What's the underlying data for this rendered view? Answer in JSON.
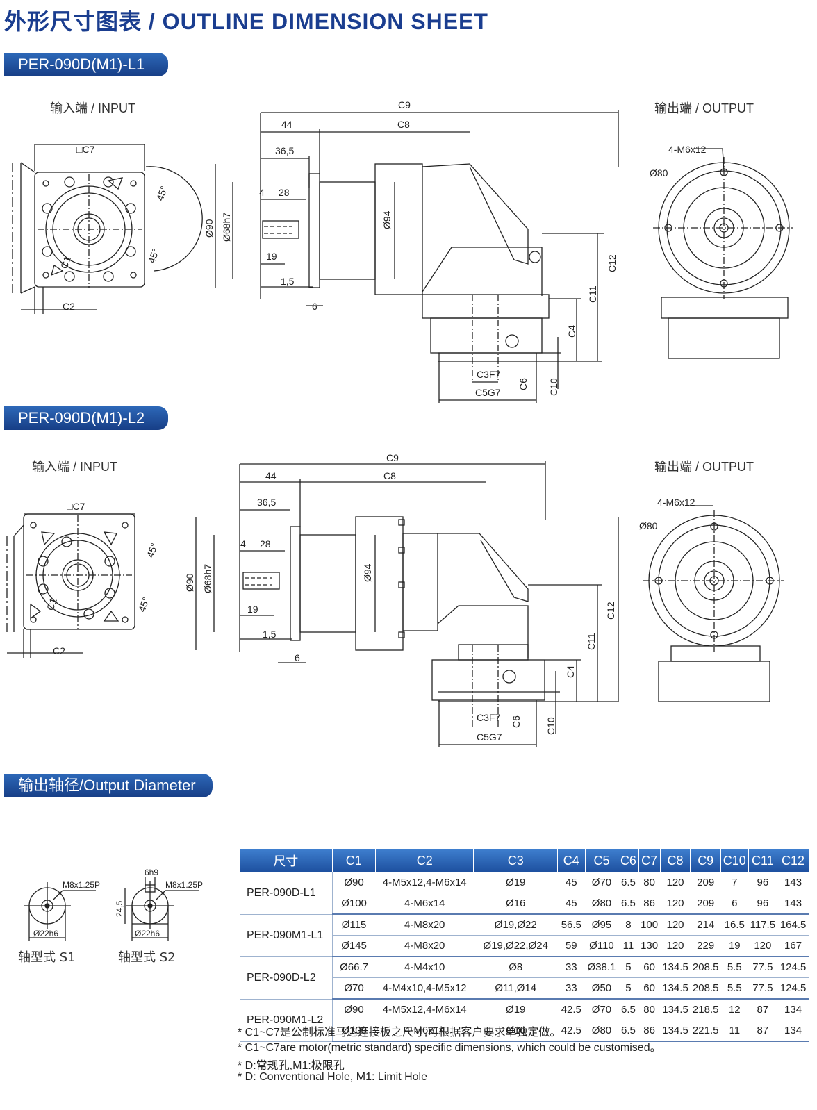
{
  "title": "外形尺寸图表 / OUTLINE DIMENSION SHEET",
  "section1": {
    "label": "PER-090D(M1)-L1",
    "input_label": "输入端 / INPUT",
    "output_label": "输出端 / OUTPUT"
  },
  "section2": {
    "label": "PER-090D(M1)-L2",
    "input_label": "输入端 / INPUT",
    "output_label": "输出端 / OUTPUT"
  },
  "dims": {
    "c7": "□C7",
    "c1": "C1",
    "c2": "C2",
    "deg45": "45°",
    "c9": "C9",
    "c8": "C8",
    "d44": "44",
    "d365": "36,5",
    "d4": "4",
    "d28": "28",
    "d90": "Ø90",
    "d68": "Ø68h7",
    "d94": "Ø94",
    "d19": "19",
    "d15": "1,5",
    "d6": "6",
    "c12": "C12",
    "c11": "C11",
    "c4": "C4",
    "c3": "C3F7",
    "c5": "C5G7",
    "c6": "C6",
    "c10": "C10",
    "m6": "4-M6x12",
    "d80": "Ø80"
  },
  "output_diameter": {
    "label": "输出轴径/Output Diameter",
    "s1": {
      "thread": "M8x1.25P",
      "dia": "Ø22h6",
      "name": "轴型式 S1"
    },
    "s2": {
      "thread": "M8x1.25P",
      "key": "6h9",
      "depth": "24,5",
      "dia": "Ø22h6",
      "name": "轴型式 S2"
    }
  },
  "table": {
    "headers": [
      "尺寸",
      "C1",
      "C2",
      "C3",
      "C4",
      "C5",
      "C6",
      "C7",
      "C8",
      "C9",
      "C10",
      "C11",
      "C12"
    ],
    "groups": [
      {
        "model": "PER-090D-L1",
        "rows": [
          [
            "Ø90",
            "4-M5x12,4-M6x14",
            "Ø19",
            "45",
            "Ø70",
            "6.5",
            "80",
            "120",
            "209",
            "7",
            "96",
            "143"
          ],
          [
            "Ø100",
            "4-M6x14",
            "Ø16",
            "45",
            "Ø80",
            "6.5",
            "86",
            "120",
            "209",
            "6",
            "96",
            "143"
          ]
        ]
      },
      {
        "model": "PER-090M1-L1",
        "rows": [
          [
            "Ø115",
            "4-M8x20",
            "Ø19,Ø22",
            "56.5",
            "Ø95",
            "8",
            "100",
            "120",
            "214",
            "16.5",
            "117.5",
            "164.5"
          ],
          [
            "Ø145",
            "4-M8x20",
            "Ø19,Ø22,Ø24",
            "59",
            "Ø110",
            "11",
            "130",
            "120",
            "229",
            "19",
            "120",
            "167"
          ]
        ]
      },
      {
        "model": "PER-090D-L2",
        "rows": [
          [
            "Ø66.7",
            "4-M4x10",
            "Ø8",
            "33",
            "Ø38.1",
            "5",
            "60",
            "134.5",
            "208.5",
            "5.5",
            "77.5",
            "124.5"
          ],
          [
            "Ø70",
            "4-M4x10,4-M5x12",
            "Ø11,Ø14",
            "33",
            "Ø50",
            "5",
            "60",
            "134.5",
            "208.5",
            "5.5",
            "77.5",
            "124.5"
          ]
        ]
      },
      {
        "model": "PER-090M1-L2",
        "rows": [
          [
            "Ø90",
            "4-M5x12,4-M6x14",
            "Ø19",
            "42.5",
            "Ø70",
            "6.5",
            "80",
            "134.5",
            "218.5",
            "12",
            "87",
            "134"
          ],
          [
            "Ø100",
            "4-M6x14",
            "Ø16",
            "42.5",
            "Ø80",
            "6.5",
            "86",
            "134.5",
            "221.5",
            "11",
            "87",
            "134"
          ]
        ]
      }
    ]
  },
  "notes": [
    "* C1~C7是公制标准马达连接板之尺寸,可根据客户要求单独定做。",
    "* C1~C7are motor(metric standard)  specific dimensions, which could be customised。",
    "* D:常规孔,M1:极限孔",
    "* D: Conventional Hole, M1: Limit Hole"
  ]
}
